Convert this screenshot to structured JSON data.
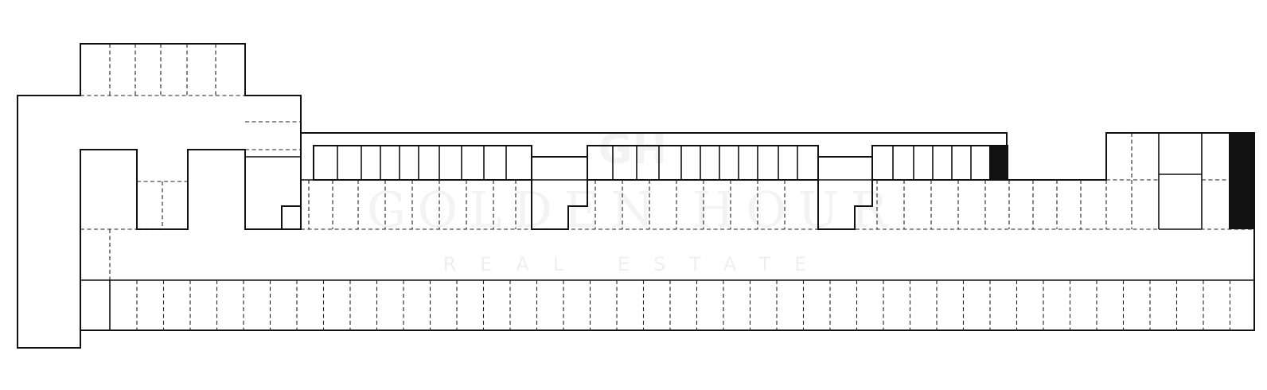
{
  "watermark": {
    "logo": "GH",
    "title": "GOLDEN HOUR",
    "subtitle": "REAL ESTATE"
  },
  "colors": {
    "line": "#111111",
    "background": "#ffffff",
    "fill": "#111111"
  }
}
